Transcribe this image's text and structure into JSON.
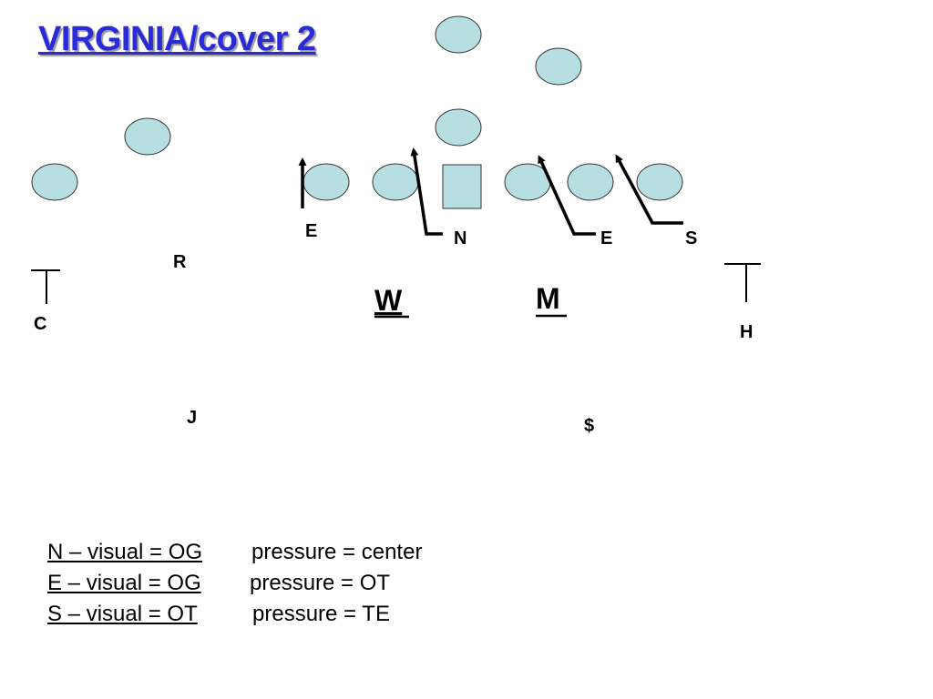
{
  "title": "VIRGINIA/cover 2",
  "colors": {
    "title": "#2a2ad6",
    "player_fill": "#b7dfe2",
    "player_stroke": "#333333",
    "route_stroke": "#000000"
  },
  "offense": {
    "players": [
      "player",
      "player",
      "player",
      "player",
      "player",
      "player",
      "player",
      "player",
      "player",
      "player"
    ],
    "center_symbol": "square"
  },
  "defense": {
    "line": [
      {
        "label": "E"
      },
      {
        "label": "N"
      },
      {
        "label": "E"
      },
      {
        "label": "S"
      }
    ],
    "linebackers": [
      {
        "label": "W"
      },
      {
        "label": "M"
      }
    ],
    "secondary": [
      {
        "label": "R"
      },
      {
        "label": "C"
      },
      {
        "label": "H"
      },
      {
        "label": "J"
      },
      {
        "label": "$"
      }
    ]
  },
  "legend": [
    {
      "visual": "N – visual = OG",
      "pressure": "pressure = center"
    },
    {
      "visual": "E – visual = OG",
      "pressure": "pressure = OT"
    },
    {
      "visual": "S – visual = OT",
      "pressure": "pressure = TE"
    }
  ]
}
